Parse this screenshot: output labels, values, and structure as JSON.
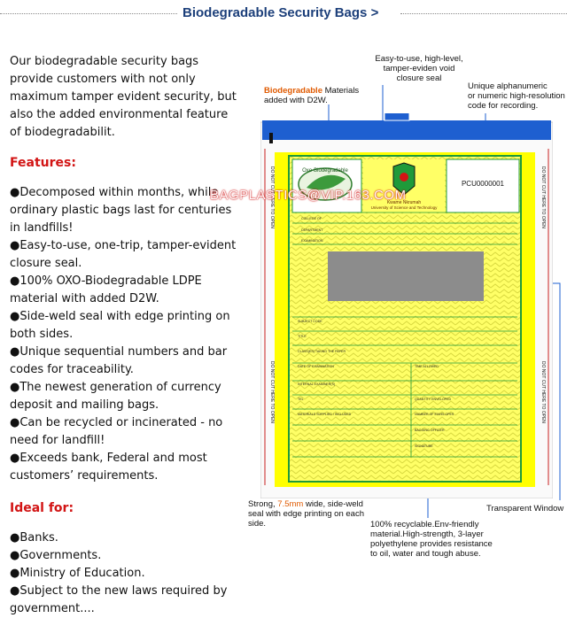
{
  "header": {
    "title": "Biodegradable Security Bags >"
  },
  "intro": "Our biodegradable security bags provide customers with not only maximum tamper evident security, but also the added environmental feature of biodegradabilit.",
  "features": {
    "heading": "Features:",
    "items": [
      "●Decomposed within months, while ordinary plastic bags last for centuries in landfills!",
      "●Easy-to-use, one-trip, tamper-evident closure seal.",
      "●100% OXO-Biodegradable LDPE material with added D2W.",
      "●Side-weld seal with edge printing on both sides.",
      "●Unique sequential numbers and bar codes for traceability.",
      "●The newest generation of currency deposit and mailing bags.",
      "●Can be recycled or incinerated - no need for landfill!",
      "●Exceeds bank, Federal and most customers’ requirements."
    ]
  },
  "ideal": {
    "heading": "Ideal for:",
    "items": [
      "●Banks.",
      "●Governments.",
      "●Ministry of Education.",
      "●Subject to the new laws required by government...."
    ]
  },
  "callouts": {
    "closure": [
      "Easy-to-use, high-level,",
      "tamper-eviden void",
      "closure seal"
    ],
    "biodeg_red": "Biodegradable",
    "biodeg_rest": " Materials",
    "biodeg_line2": "added with D2W.",
    "alphanumeric": [
      "Unique alphanumeric",
      "or numeric high-resolution",
      "code for recording."
    ],
    "strong_pre": "Strong, ",
    "strong_red": "7.5mm",
    "strong_post": " wide, side-weld",
    "strong_lines": [
      "seal with edge printing on each",
      "side."
    ],
    "recyclable": [
      "100% recyclable.Env-friendly",
      "material.High-strength, 3-layer",
      "polyethylene provides resistance",
      "to oil, water and tough abuse."
    ],
    "window": "Transparent Window"
  },
  "bag": {
    "logo_text": "Oxo-Biodegradable",
    "serial": "PCU0000001",
    "university": [
      "Kwame Nkrumah",
      "University of Science and Technology"
    ],
    "side_text": "DO NOT CUT HERE TO OPEN",
    "form_fields": [
      "COLLEGE OF",
      "DEPARTMENT",
      "EXAMINATION",
      "SUBJECT CODE",
      "TITLE",
      "CLASS(ES) TAKING THE PAPER",
      "DATE OF EXAMINATION",
      "TIME ALLOWED",
      "INTERNAL EXAMINER(S)",
      "TEL",
      "QUANTITY ENVELOPED",
      "MATERIALS SUPPLIED / INCLUDED",
      "NUMBER OF ENVELOPES",
      "BAGGING OFFICER",
      "SIGNATURE"
    ]
  },
  "watermark": "BAGPLASTICS@VIP.163.COM",
  "colors": {
    "title": "#1c3f7a",
    "heading": "#d21414",
    "bag_yellow": "#ffff00",
    "bag_green": "#1f9a3a",
    "seal_blue": "#1e5fd0",
    "window_gray": "#8c8c8c"
  }
}
